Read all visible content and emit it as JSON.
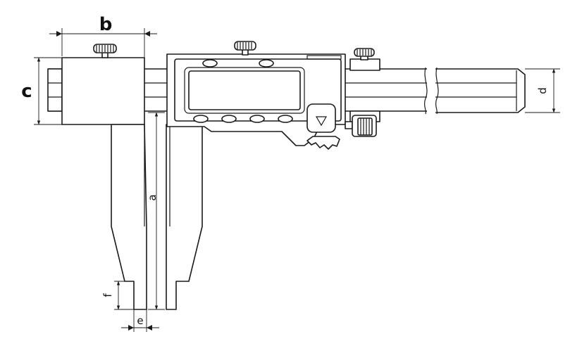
{
  "labels": {
    "a": "a",
    "b": "b",
    "c": "c",
    "d": "d",
    "e": "e",
    "f": "f"
  }
}
